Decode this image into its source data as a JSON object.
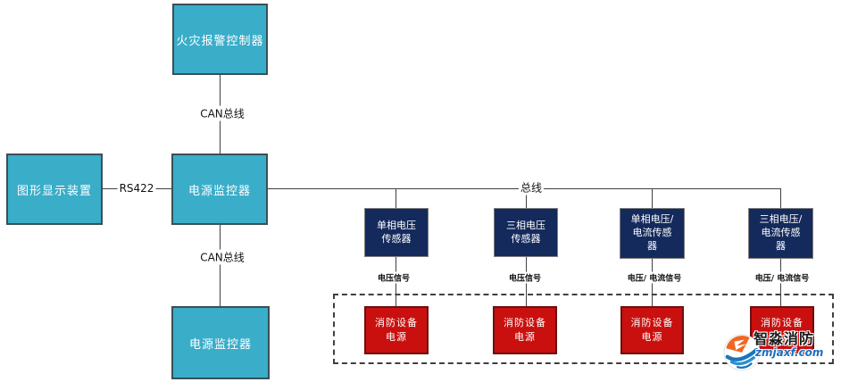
{
  "colors": {
    "teal": "#3aadc9",
    "navy": "#142a5c",
    "red": "#c9100e",
    "line": "#404040"
  },
  "nodes": {
    "fire_alarm_controller": {
      "label": "火灾报警控制器"
    },
    "graphic_display": {
      "label": "图形显示装置"
    },
    "power_monitor_mid": {
      "label": "电源监控器"
    },
    "power_monitor_bottom": {
      "label": "电源监控器"
    },
    "sensors": [
      {
        "label": "单相电压\n传感器",
        "signal": "电压信号"
      },
      {
        "label": "三相电压\n传感器",
        "signal": "电压信号"
      },
      {
        "label": "单相电压/\n电流传感\n器",
        "signal": "电压/ 电流信号"
      },
      {
        "label": "三相电压/\n电流传感\n器",
        "signal": "电压/ 电流信号"
      }
    ],
    "power_supplies": [
      {
        "label": "消防设备\n电源"
      },
      {
        "label": "消防设备\n电源"
      },
      {
        "label": "消防设备\n电源"
      },
      {
        "label": "消防设备\n电源"
      }
    ]
  },
  "edges": {
    "can_bus_top": "CAN总线",
    "can_bus_bottom": "CAN总线",
    "rs422": "RS422",
    "bus": "总线"
  },
  "watermark": {
    "brand": "智淼消防",
    "url": "zmjaxf.com"
  }
}
